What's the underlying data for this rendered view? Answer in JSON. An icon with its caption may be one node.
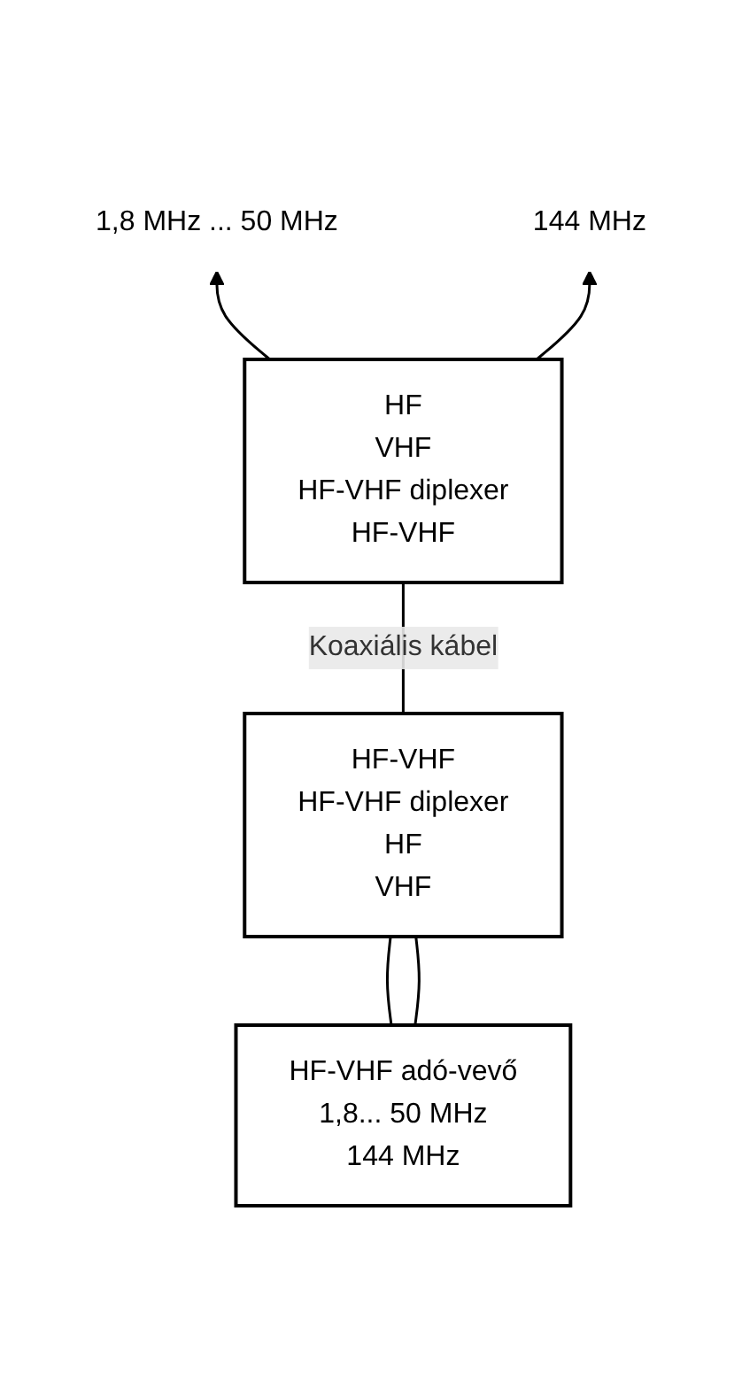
{
  "diagram": {
    "nodes": [
      {
        "text": [
          "1,8 MHz ... 50 MHz"
        ]
      },
      {
        "text": [
          "144 MHz"
        ]
      },
      {
        "text": [
          "HF",
          "VHF",
          "HF-VHF diplexer",
          "HF-VHF"
        ]
      },
      {
        "text": [
          "HF-VHF",
          "HF-VHF diplexer",
          "HF",
          "VHF"
        ]
      },
      {
        "text": [
          "HF-VHF adó-vevő",
          "1,8... 50 MHz",
          "144 MHz"
        ]
      }
    ],
    "edges": [
      {
        "from": 2,
        "to": 0,
        "arrow": "to"
      },
      {
        "from": 2,
        "to": 1,
        "arrow": "to"
      },
      {
        "from": 2,
        "to": 3,
        "arrow": "none",
        "label": "Koaxiális kábel"
      },
      {
        "from": 3,
        "to": 4,
        "arrow": "none"
      },
      {
        "from": 3,
        "to": 4,
        "arrow": "none"
      }
    ]
  }
}
